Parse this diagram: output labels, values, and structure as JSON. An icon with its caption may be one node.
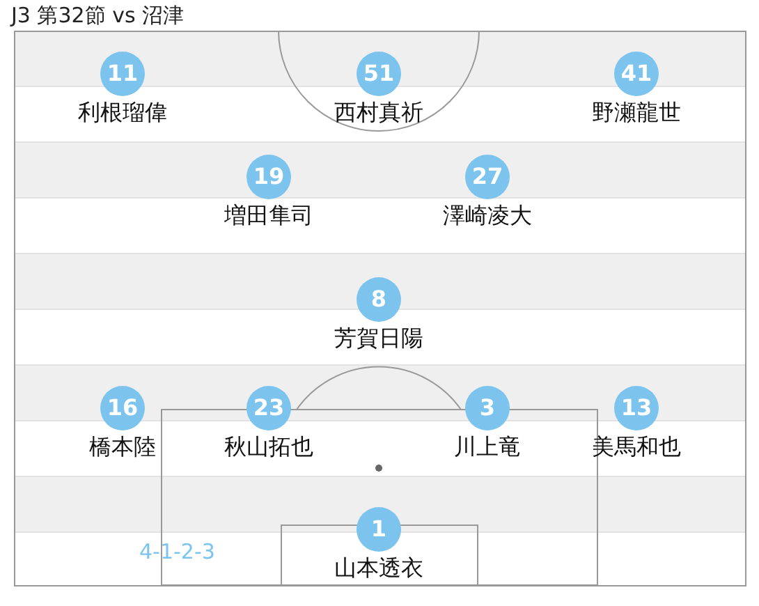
{
  "diagram": {
    "title": "J3 第32節 vs 沼津",
    "nodes": [
      {
        "text": [
          "11",
          "利根瑠偉"
        ]
      },
      {
        "text": [
          "51",
          "西村真祈"
        ]
      },
      {
        "text": [
          "41",
          "野瀬龍世"
        ]
      },
      {
        "text": [
          "19",
          "増田隼司"
        ]
      },
      {
        "text": [
          "27",
          "澤崎凌大"
        ]
      },
      {
        "text": [
          "8",
          "芳賀日陽"
        ]
      },
      {
        "text": [
          "16",
          "橋本陸"
        ]
      },
      {
        "text": [
          "23",
          "秋山拓也"
        ]
      },
      {
        "text": [
          "3",
          "川上竜"
        ]
      },
      {
        "text": [
          "13",
          "美馬和也"
        ]
      },
      {
        "text": [
          "1",
          "山本透衣"
        ]
      }
    ],
    "labels": [
      "4-1-2-3"
    ]
  }
}
